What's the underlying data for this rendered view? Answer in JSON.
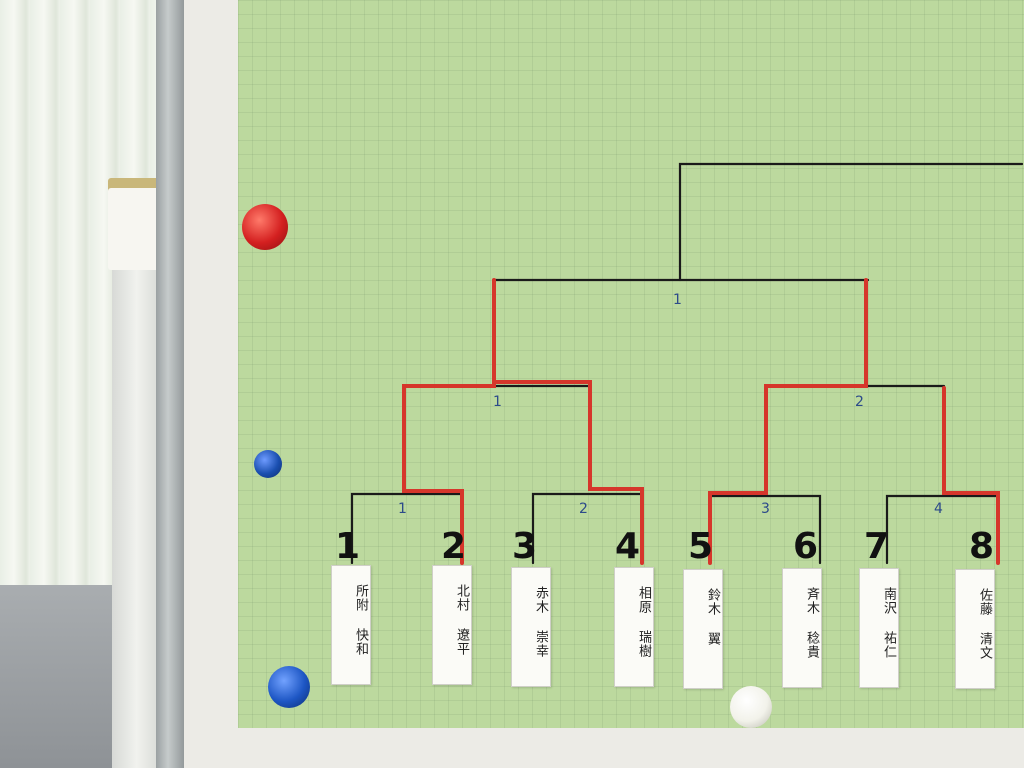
{
  "bracket": {
    "players": [
      {
        "seed": "1",
        "surname": "所附",
        "given": "快和"
      },
      {
        "seed": "2",
        "surname": "北村",
        "given": "遼平"
      },
      {
        "seed": "3",
        "surname": "赤木",
        "given": "崇幸"
      },
      {
        "seed": "4",
        "surname": "相原",
        "given": "瑞樹"
      },
      {
        "seed": "5",
        "surname": "鈴木",
        "given": "翼"
      },
      {
        "seed": "6",
        "surname": "斉木",
        "given": "稔貴"
      },
      {
        "seed": "7",
        "surname": "南沢",
        "given": "祐仁"
      },
      {
        "seed": "8",
        "surname": "佐藤",
        "given": "清文"
      }
    ],
    "round1_match_numbers": [
      "1",
      "2",
      "3",
      "4"
    ],
    "round2_match_numbers": [
      "1",
      "2"
    ],
    "semifinal_match_number": "1",
    "line_color": "#1a1a1a",
    "winner_highlight_color": "#d6362b",
    "match_number_color": "#2c4a8a"
  },
  "magnets": [
    {
      "name": "red-magnet",
      "color": "#d42020"
    },
    {
      "name": "blue-magnet-small",
      "color": "#1a4fb0"
    },
    {
      "name": "blue-magnet-large",
      "color": "#1d56c4"
    },
    {
      "name": "white-magnet",
      "color": "#f2f2ea"
    }
  ],
  "paper_color": "#bcd99e"
}
